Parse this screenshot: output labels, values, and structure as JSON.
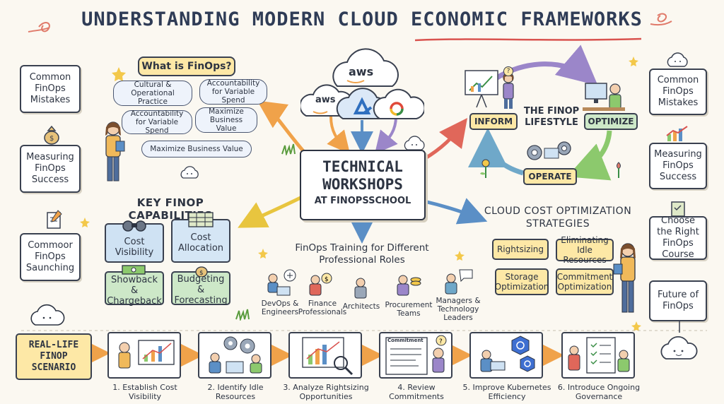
{
  "title": "UNDERSTANDING MODERN CLOUD ECONOMIC FRAMEWORKS",
  "left_cards": [
    "Common FinOps Mistakes",
    "Measuring FinOps Success",
    "Commoor FinOps Saunching"
  ],
  "right_cards": [
    "Common FinOps Mistakes",
    "Measuring FinOps Success",
    "Choose the Right FinOps Course",
    "Future of FinOps"
  ],
  "what_is": {
    "title": "What is FinOps?",
    "bubbles": [
      "Cultural & Operational Practice",
      "Accountability for Variable Spend",
      "Accountability for Variable Spend",
      "Maximize Business Value",
      "Maximize Business Value"
    ]
  },
  "clouds": {
    "aws1": "aws",
    "aws2": "aws"
  },
  "center": {
    "line1": "TECHNICAL",
    "line2": "WORKSHOPS",
    "line3": "AT FINOPSSCHOOL"
  },
  "lifecycle": {
    "title_line1": "THE FINOP",
    "title_line2": "LIFESTYLE",
    "inform": "INFORM",
    "optimize": "OPTIMIZE",
    "operate": "OPERATE"
  },
  "capabilities": {
    "title": "KEY FINOP CAPABILITIES",
    "items": [
      "Cost Visibility",
      "Cost Allocation",
      "Showback & Chargeback",
      "Budgeting & Forecasting"
    ]
  },
  "training": {
    "title_line1": "FinOps Training for Different",
    "title_line2": "Professional Roles",
    "roles": [
      "DevOps & Engineers",
      "Finance Professionals",
      "Architects",
      "Procurement Teams",
      "Managers & Technology Leaders"
    ]
  },
  "optimization": {
    "title_line1": "CLOUD COST OPTIMIZATION",
    "title_line2": "STRATEGIES",
    "items": [
      "Rightsizing",
      "Eliminating Idle Resources",
      "Storage Optimization",
      "Commitment Optimization"
    ]
  },
  "scenario": {
    "label": "REAL-LIFE FINOP SCENARIO"
  },
  "steps": [
    "1. Establish Cost Visibility",
    "2. Identify Idle Resources",
    "3. Analyze Rightsizing Opportunities",
    "4. Review Commitments",
    "5. Improve Kubernetes Efficiency",
    "6. Introduce Ongoing Governance"
  ],
  "step3_doc": "Commitment",
  "colors": {
    "yellow": "#fde8a6",
    "green": "#cde8c8",
    "blue": "#cfe2f3",
    "red_underline": "#d9534f",
    "orange_arrow": "#f0a24a",
    "purple_arrow": "#9b86c9",
    "teal_arrow": "#6fa8c9",
    "green_arrow": "#8cc96d"
  }
}
